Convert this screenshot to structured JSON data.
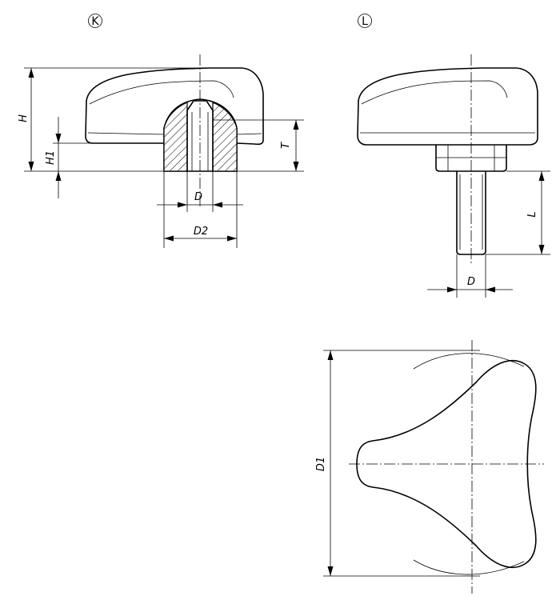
{
  "views": {
    "k": {
      "label": "K"
    },
    "l": {
      "label": "L"
    }
  },
  "dimensions": {
    "h": "H",
    "h1": "H1",
    "t": "T",
    "d_k": "D",
    "d2": "D2",
    "l": "L",
    "d_l": "D",
    "d1": "D1"
  }
}
